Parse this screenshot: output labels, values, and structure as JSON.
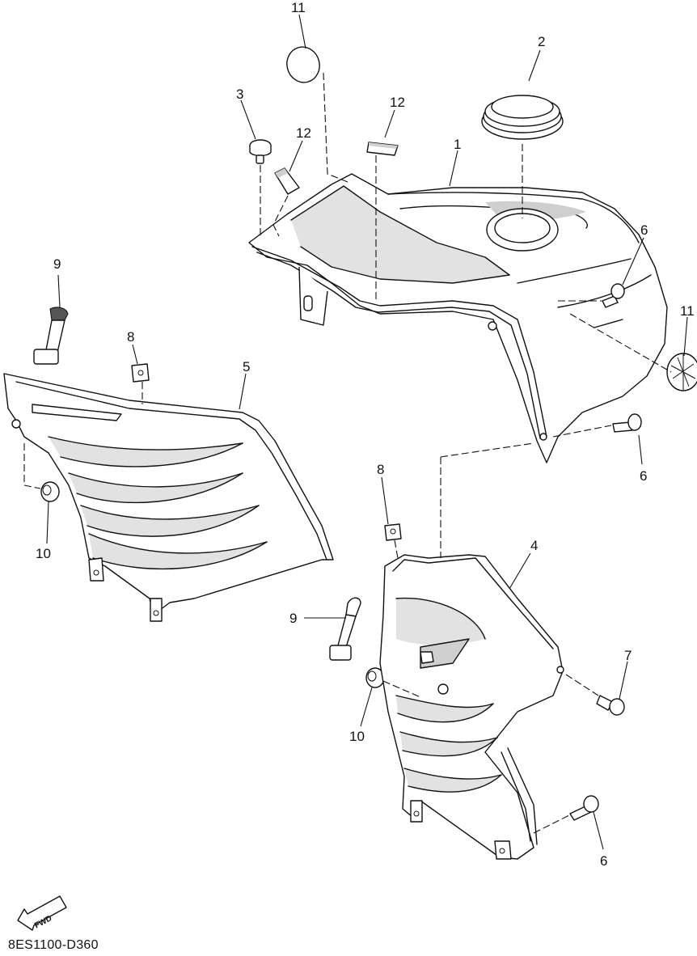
{
  "callouts": {
    "c1": "1",
    "c2": "2",
    "c3": "3",
    "c4": "4",
    "c5": "5",
    "c6a": "6",
    "c6b": "6",
    "c6c": "6",
    "c7": "7",
    "c8a": "8",
    "c8b": "8",
    "c9a": "9",
    "c9b": "9",
    "c10a": "10",
    "c10b": "10",
    "c11a": "11",
    "c11b": "11",
    "c12a": "12",
    "c12b": "12"
  },
  "fwd_label": "FWD",
  "ref_code": "8ES1100-D360"
}
